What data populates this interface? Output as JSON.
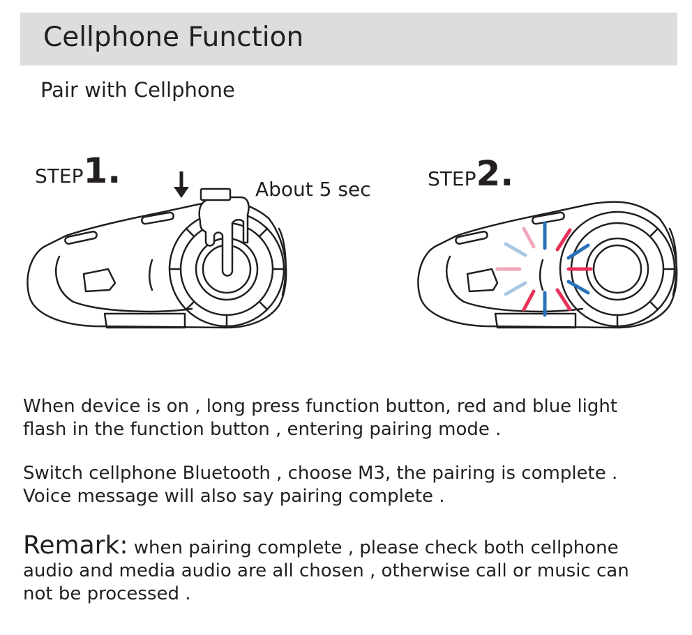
{
  "header": {
    "title": "Cellphone Function"
  },
  "subtitle": "Pair with Cellphone",
  "steps": [
    {
      "word": "STEP",
      "number": "1."
    },
    {
      "word": "STEP",
      "number": "2."
    }
  ],
  "step1_hint": "About 5 sec",
  "instructions": {
    "line1a": "When device is on , long press function button, red and blue light",
    "line1b": "flash in the function button , entering pairing mode .",
    "line2a": "Switch cellphone Bluetooth , choose M3, the pairing is complete .",
    "line2b": "Voice message will also say pairing complete ."
  },
  "remark": {
    "label": "Remark:",
    "line1": "when pairing complete , please check both cellphone",
    "line2": "audio and media audio are all chosen , otherwise call or music can",
    "line3": "not be processed ."
  },
  "colors": {
    "header_bg": "#dcdddd",
    "red_flash": "#e8315a",
    "blue_flash": "#2a72b8",
    "light_red": "#f2a6b8",
    "light_blue": "#a7c7e3"
  }
}
